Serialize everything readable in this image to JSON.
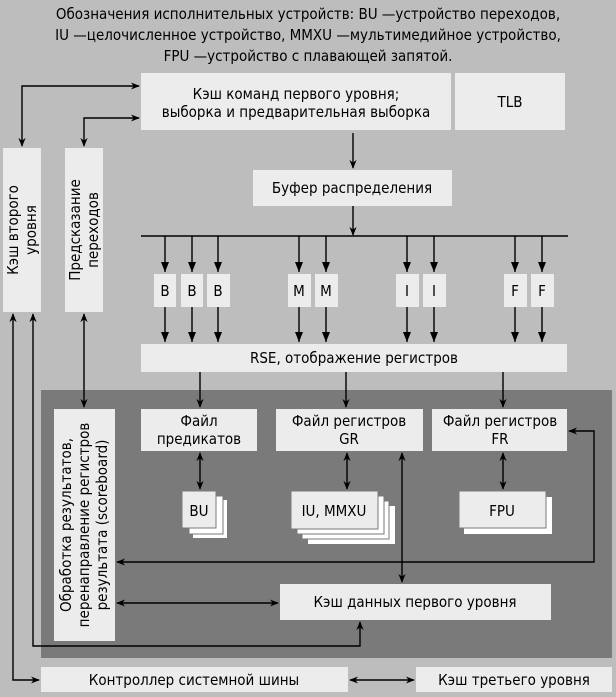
{
  "caption": [
    "Обозначения исполнительных устройств: BU —устройство переходов,",
    "IU —целочисленное устройство, MMXU —мультимедийное устройство,",
    "FPU —устройство с плавающей запятой."
  ],
  "blocks": {
    "icache": [
      "Кэш команд первого уровня;",
      "выборка и предварительная выборка"
    ],
    "tlb": "TLB",
    "l2cache": [
      "Кэш второго",
      "уровня"
    ],
    "branch_predict": [
      "Предсказание",
      "переходов"
    ],
    "dispatch_buffer": "Буфер распределения",
    "ports": [
      "B",
      "B",
      "B",
      "M",
      "M",
      "I",
      "I",
      "F",
      "F"
    ],
    "rse": "RSE, отображение регистров",
    "scoreboard": [
      "Обработка результатов,",
      "перенаправление регистров",
      "результата (scoreboard)"
    ],
    "pred_file": [
      "Файл",
      "предикатов"
    ],
    "gr_file": [
      "Файл регистров",
      "GR"
    ],
    "fr_file": [
      "Файл регистров",
      "FR"
    ],
    "bu": "BU",
    "iu_mmxu": "IU, MMXU",
    "fpu": "FPU",
    "l1dcache": "Кэш данных первого уровня",
    "bus_controller": "Контроллер системной шины",
    "l3cache": "Кэш третьего уровня"
  },
  "colors": {
    "background": "#bdbdbd",
    "panel": "#7a7a7a",
    "box": "#ececec"
  }
}
